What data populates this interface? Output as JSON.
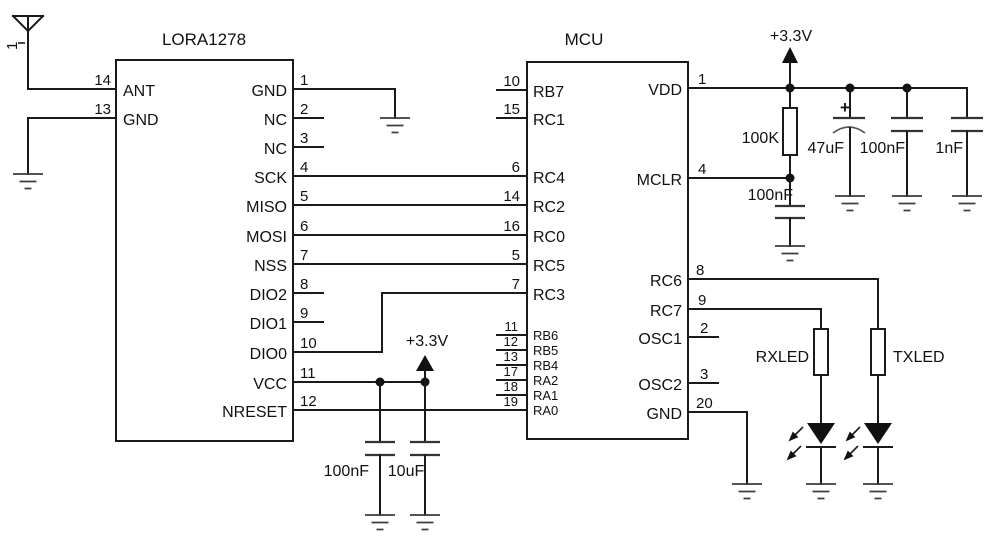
{
  "schematic": {
    "colors": {
      "ink": "#1a1a1a",
      "background": "#ffffff"
    },
    "antenna": {
      "pin_number": "1"
    },
    "lora": {
      "title": "LORA1278",
      "pins_left": [
        {
          "num": "14",
          "name": "ANT"
        },
        {
          "num": "13",
          "name": "GND"
        }
      ],
      "pins_right": [
        {
          "num": "1",
          "name": "GND"
        },
        {
          "num": "2",
          "name": "NC"
        },
        {
          "num": "3",
          "name": "NC"
        },
        {
          "num": "4",
          "name": "SCK"
        },
        {
          "num": "5",
          "name": "MISO"
        },
        {
          "num": "6",
          "name": "MOSI"
        },
        {
          "num": "7",
          "name": "NSS"
        },
        {
          "num": "8",
          "name": "DIO2"
        },
        {
          "num": "9",
          "name": "DIO1"
        },
        {
          "num": "10",
          "name": "DIO0"
        },
        {
          "num": "11",
          "name": "VCC"
        },
        {
          "num": "12",
          "name": "NRESET"
        }
      ]
    },
    "mcu": {
      "title": "MCU",
      "pins_left": [
        {
          "num": "10",
          "name": "RB7"
        },
        {
          "num": "15",
          "name": "RC1"
        },
        {
          "num": "6",
          "name": "RC4"
        },
        {
          "num": "14",
          "name": "RC2"
        },
        {
          "num": "16",
          "name": "RC0"
        },
        {
          "num": "5",
          "name": "RC5"
        },
        {
          "num": "7",
          "name": "RC3"
        },
        {
          "num": "11",
          "name": "RB6"
        },
        {
          "num": "12",
          "name": "RB5"
        },
        {
          "num": "13",
          "name": "RB4"
        },
        {
          "num": "17",
          "name": "RA2"
        },
        {
          "num": "18",
          "name": "RA1"
        },
        {
          "num": "19",
          "name": "RA0"
        }
      ],
      "pins_right": [
        {
          "num": "1",
          "name": "VDD"
        },
        {
          "num": "4",
          "name": "MCLR"
        },
        {
          "num": "8",
          "name": "RC6"
        },
        {
          "num": "9",
          "name": "RC7"
        },
        {
          "num": "2",
          "name": "OSC1"
        },
        {
          "num": "3",
          "name": "OSC2"
        },
        {
          "num": "20",
          "name": "GND"
        }
      ]
    },
    "power": {
      "vdd_rail_label": "+3.3V",
      "vcc_rail_label": "+3.3V",
      "pullup_resistor": "100K",
      "mclr_cap": "100nF",
      "bulk_cap": "47uF",
      "bulk_cap_polarity": "+",
      "decoupling_cap1": "100nF",
      "decoupling_cap2": "1nF",
      "vcc_cap1": "100nF",
      "vcc_cap2": "10uF"
    },
    "leds": {
      "rx_resistor_label": "RXLED",
      "tx_resistor_label": "TXLED"
    }
  }
}
